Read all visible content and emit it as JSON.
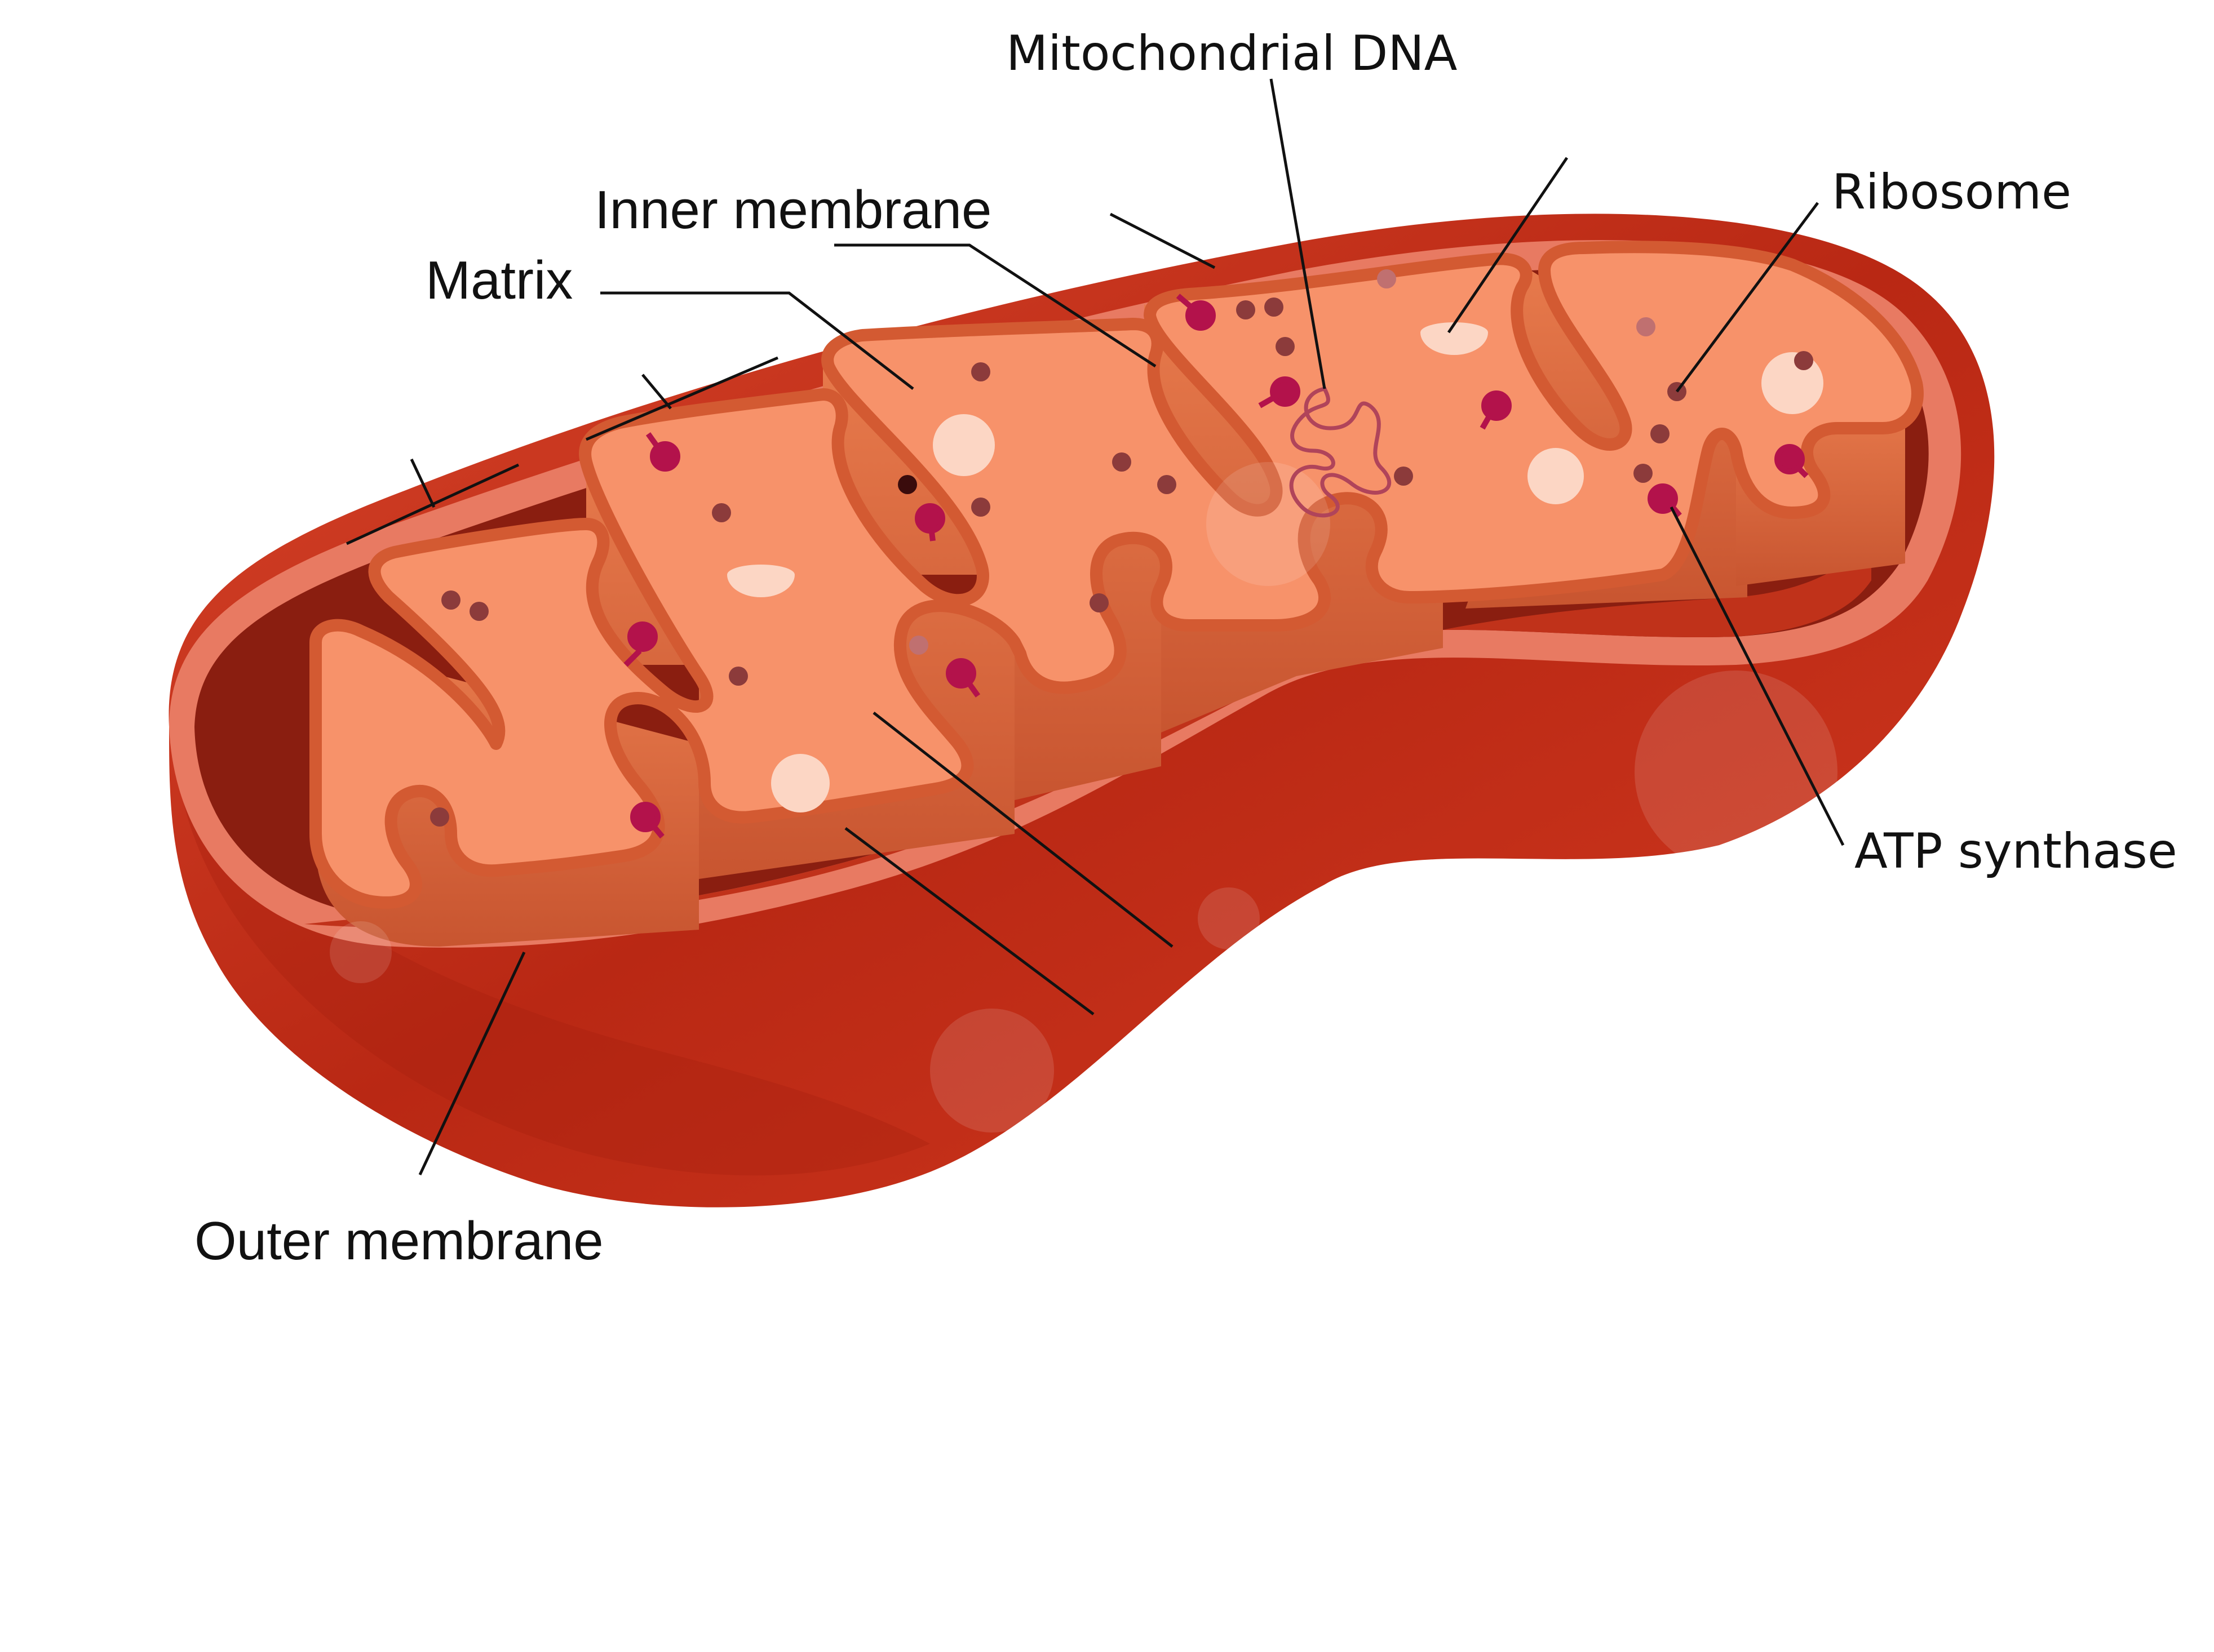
{
  "labels": {
    "mitochondrial_dna": "Mitochondrial DNA",
    "inner_membrane": "Inner membrane",
    "matrix": "Matrix",
    "ribosome": "Ribosome",
    "atp_synthase": "ATP synthase",
    "outer_membrane": "Outer membrane"
  },
  "colors": {
    "outer_membrane": "#c9301c",
    "outer_rim": "#e87a62",
    "intermembrane_space": "#8a1e10",
    "cristae_fill": "#f7926a",
    "cristae_edge": "#d35a32",
    "cristae_side": "#d96a3e",
    "ribosome": "#8c3b3b",
    "atp_synthase": "#b3124b",
    "dna": "#b0445a",
    "leader_line": "#111111"
  }
}
